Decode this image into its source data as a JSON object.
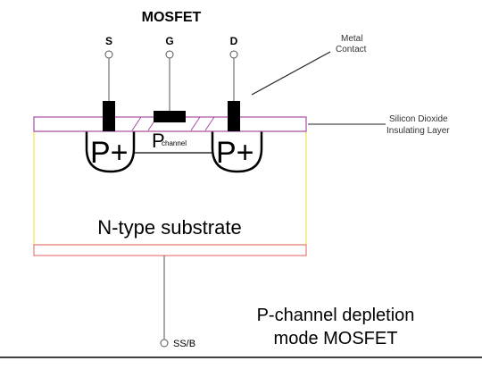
{
  "diagram": {
    "title": "MOSFET",
    "terminals": {
      "source": "S",
      "gate": "G",
      "drain": "D",
      "body": "SS/B"
    },
    "labels": {
      "metal_contact": [
        "Metal",
        "Contact"
      ],
      "oxide_layer": [
        "Silicon Dioxide",
        "Insulating Layer"
      ],
      "p_plus_left": "P+",
      "p_plus_right": "P+",
      "channel_p": "P",
      "channel_word": "channel",
      "substrate": "N-type substrate",
      "caption": [
        "P-channel depletion",
        "mode MOSFET"
      ]
    },
    "colors": {
      "oxide": "#a64ca6",
      "substrate_border": "#f2e14a",
      "bottom_line": "#e06060",
      "metal": "#000000"
    }
  }
}
